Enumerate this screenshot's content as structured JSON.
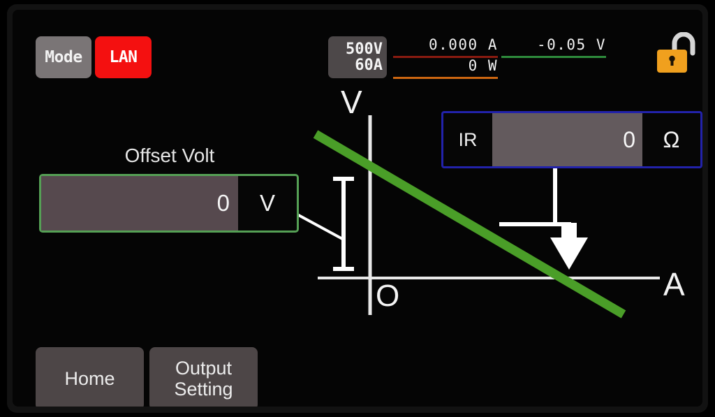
{
  "device": {
    "screen_background": "#050505",
    "bezel_color": "#121212"
  },
  "top_bar": {
    "mode_button": "Mode",
    "lan_button": "LAN",
    "lan_color": "#f41010",
    "range": {
      "voltage": "500V",
      "current": "60A"
    },
    "readouts": {
      "current": "0.000 A",
      "current_rule_color": "#8a1b10",
      "voltage": "-0.05 V",
      "voltage_rule_color": "#2e8b3c",
      "power": "0 W",
      "power_rule_color": "#cc6611"
    },
    "lock": {
      "icon": "unlocked-padlock-icon",
      "state": "unlocked",
      "body_color": "#f0a01e",
      "shackle_color": "#d8d8d8"
    }
  },
  "offset_volt": {
    "label": "Offset Volt",
    "value": "0",
    "unit": "V",
    "border_color": "#55a055",
    "input_background": "#56494e"
  },
  "ir": {
    "label": "IR",
    "value": "0",
    "unit": "Ω",
    "border_color": "#2222aa",
    "input_background": "#635a5d"
  },
  "graph": {
    "v_axis_label": "V",
    "a_axis_label": "A",
    "origin_label": "O",
    "curve_color": "#4a9e28",
    "axis_color": "#e8e8e8",
    "annotation_color": "#ffffff"
  },
  "bottom_bar": {
    "home_button": "Home",
    "output_setting_button_line1": "Output",
    "output_setting_button_line2": "Setting"
  },
  "chart_data": {
    "type": "line",
    "title": "",
    "xlabel": "A",
    "ylabel": "V",
    "grid": false,
    "legend": null,
    "annotations": [
      {
        "name": "offset-volt-indicator",
        "text": "Offset Volt",
        "value": "0",
        "unit": "V"
      },
      {
        "name": "ir-slope-indicator",
        "text": "IR",
        "value": "0",
        "unit": "Ω"
      },
      {
        "name": "origin",
        "text": "O"
      }
    ],
    "series": [
      {
        "name": "V-A characteristic",
        "color": "#4a9e28",
        "points": [
          [
            0,
            1.0
          ],
          [
            1.0,
            0.0
          ]
        ]
      }
    ]
  }
}
